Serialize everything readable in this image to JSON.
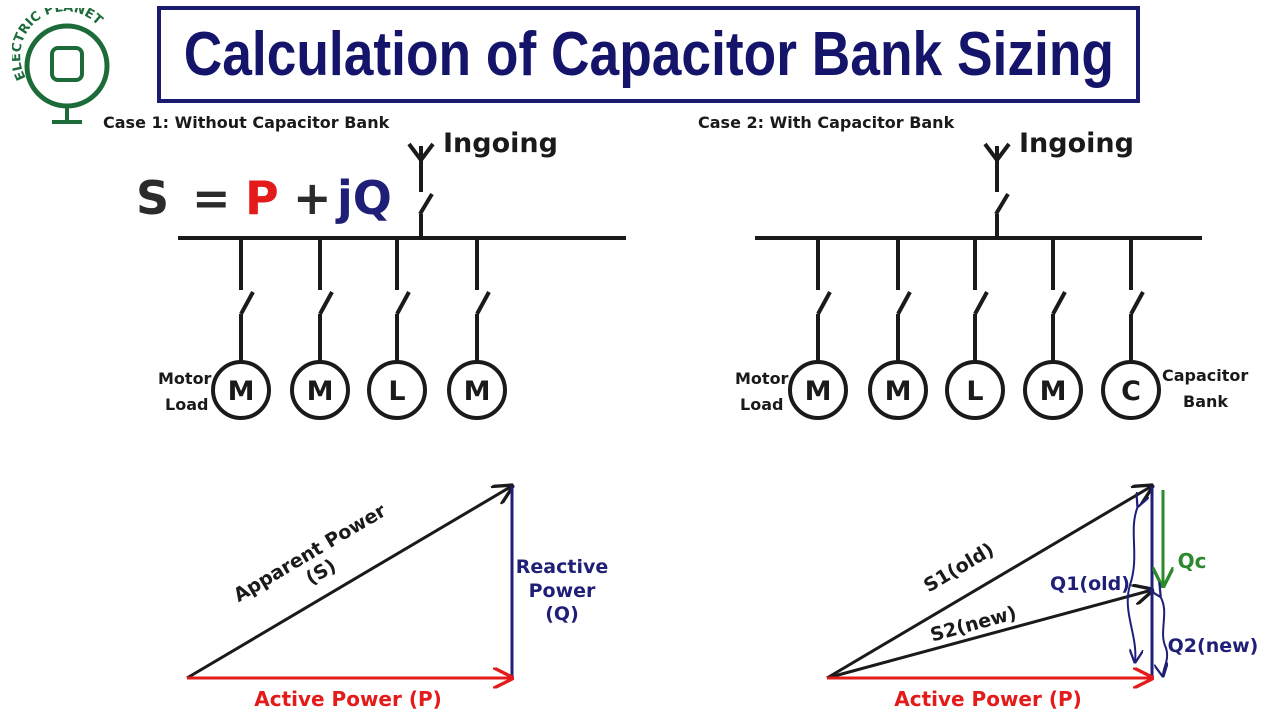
{
  "logo": {
    "text": "ELECTRIC PLANET"
  },
  "title": "Calculation of Capacitor Bank Sizing",
  "colors": {
    "title": "#14146b",
    "red": "#e31b1b",
    "navy": "#1f1f78",
    "green": "#2c8a2c",
    "line": "#1a1a1a"
  },
  "case1": {
    "label": "Case 1: Without Capacitor Bank",
    "ingoing": "Ingoing",
    "equation": {
      "s": "S",
      "eq": "=",
      "p": "P",
      "plus": "+",
      "jq": "jQ"
    },
    "load_label": [
      "Motor",
      "Load"
    ],
    "loads": [
      "M",
      "M",
      "L",
      "M"
    ],
    "triangle": {
      "apparent": [
        "Apparent Power",
        "(S)"
      ],
      "reactive": [
        "Reactive",
        "Power",
        "(Q)"
      ],
      "active": "Active Power (P)"
    }
  },
  "case2": {
    "label": "Case 2: With Capacitor Bank",
    "ingoing": "Ingoing",
    "load_label": [
      "Motor",
      "Load"
    ],
    "loads": [
      "M",
      "M",
      "L",
      "M",
      "C"
    ],
    "cap_label": [
      "Capacitor",
      "Bank"
    ],
    "triangle": {
      "s1": "S1(old)",
      "s2": "S2(new)",
      "q1": "Q1(old)",
      "q2": "Q2(new)",
      "qc": "Qc",
      "active": "Active Power (P)"
    }
  }
}
